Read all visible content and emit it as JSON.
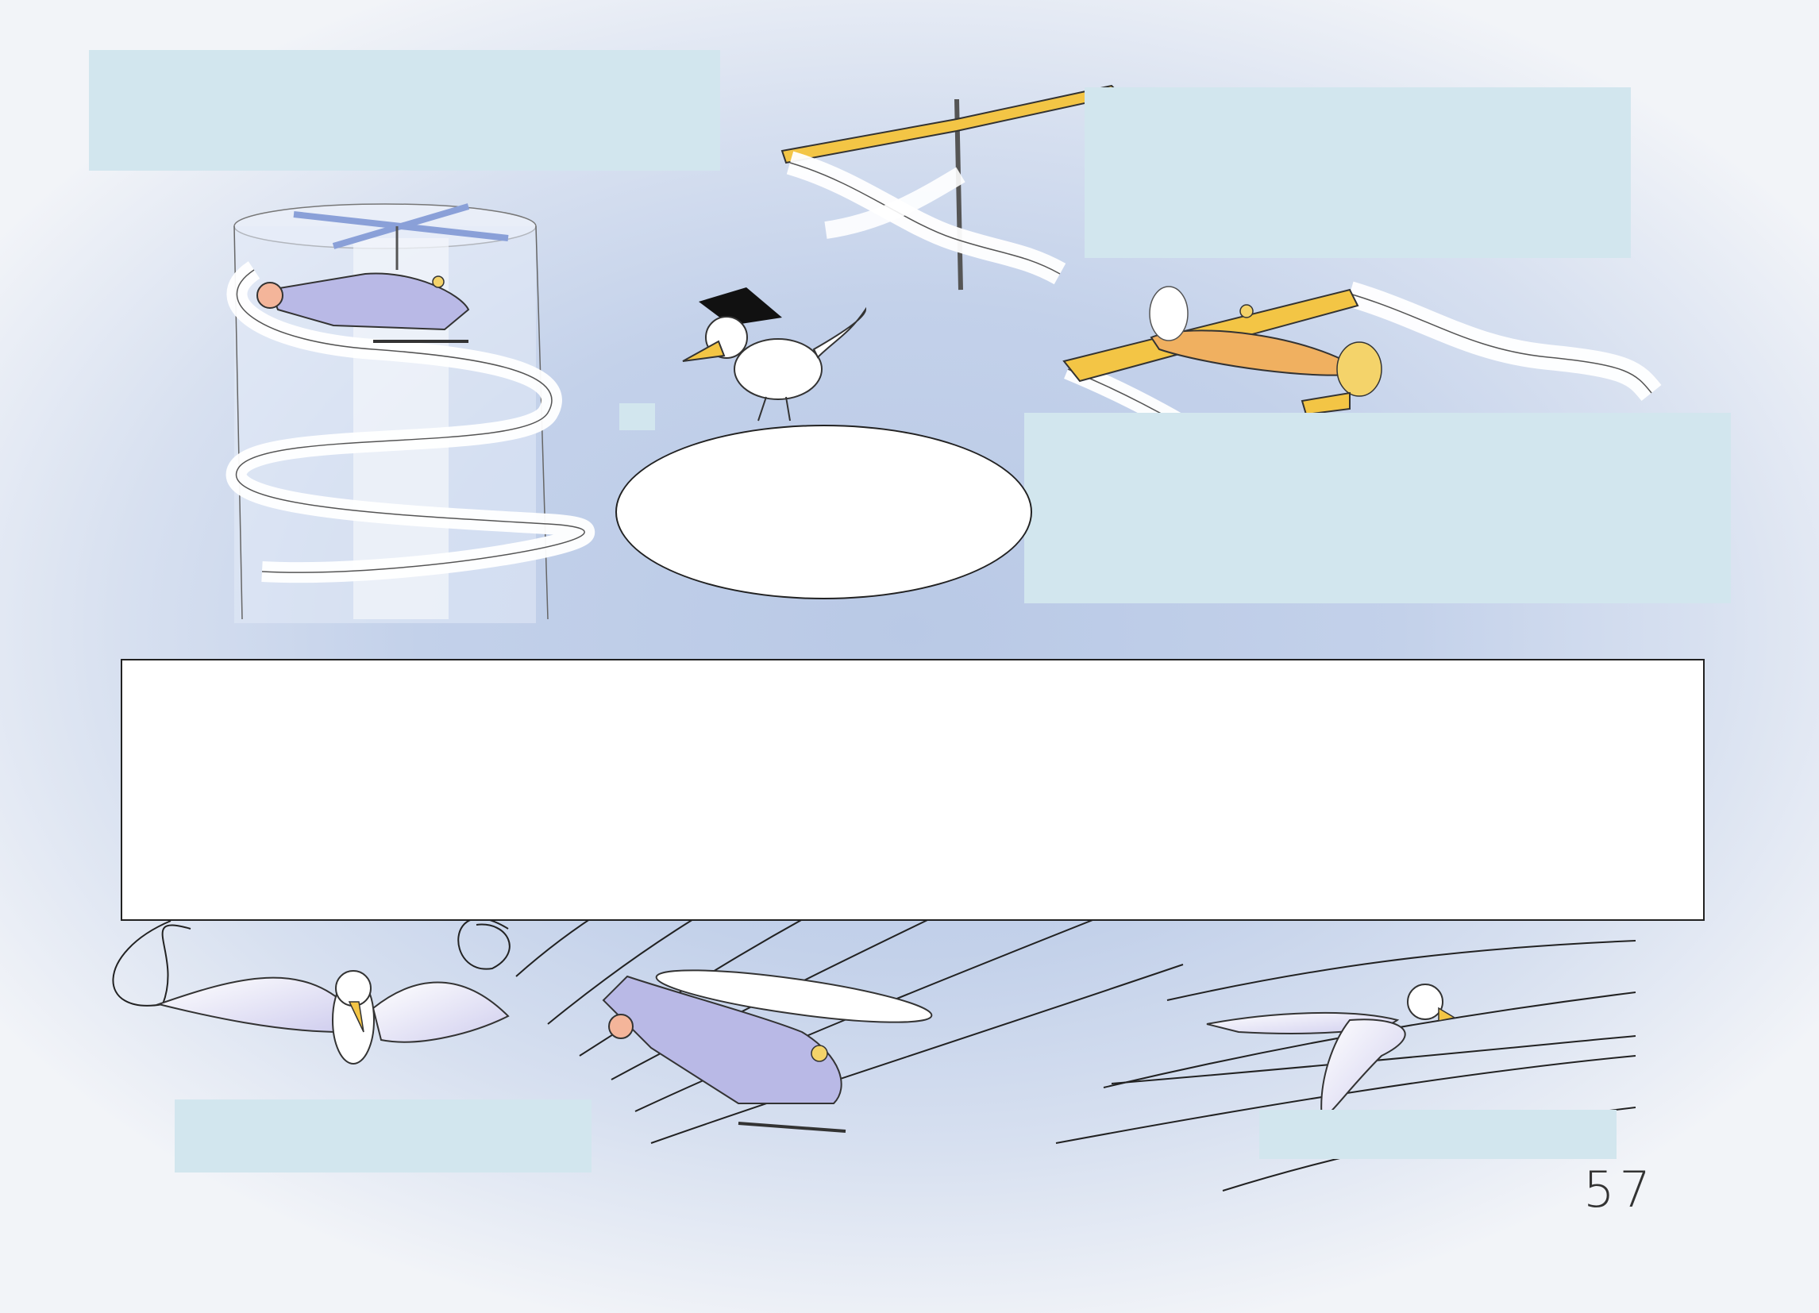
{
  "page": {
    "page_number": "57"
  },
  "label_boxes": [
    {
      "id": "top-left-label",
      "text": ""
    },
    {
      "id": "top-right-label",
      "text": ""
    },
    {
      "id": "middle-right-label",
      "text": ""
    },
    {
      "id": "small-label",
      "text": ""
    },
    {
      "id": "bottom-left-label",
      "text": ""
    },
    {
      "id": "bottom-right-label",
      "text": ""
    }
  ],
  "speech_bubble": {
    "text": ""
  },
  "text_banner": {
    "text": ""
  },
  "colors": {
    "sky": "#c3d1ea",
    "label_fill": "#d2e6ee",
    "wing_yellow": "#f3c545",
    "helicopter_lavender": "#b9b9e6",
    "plane_orange": "#f0b060"
  },
  "illustrations": [
    "helicopter-vortex",
    "rotating-blade-vortex",
    "professor-bird",
    "airplane-wingtip-vortices",
    "hovering-bird",
    "helicopter-forward-flight",
    "gliding-seagull"
  ]
}
